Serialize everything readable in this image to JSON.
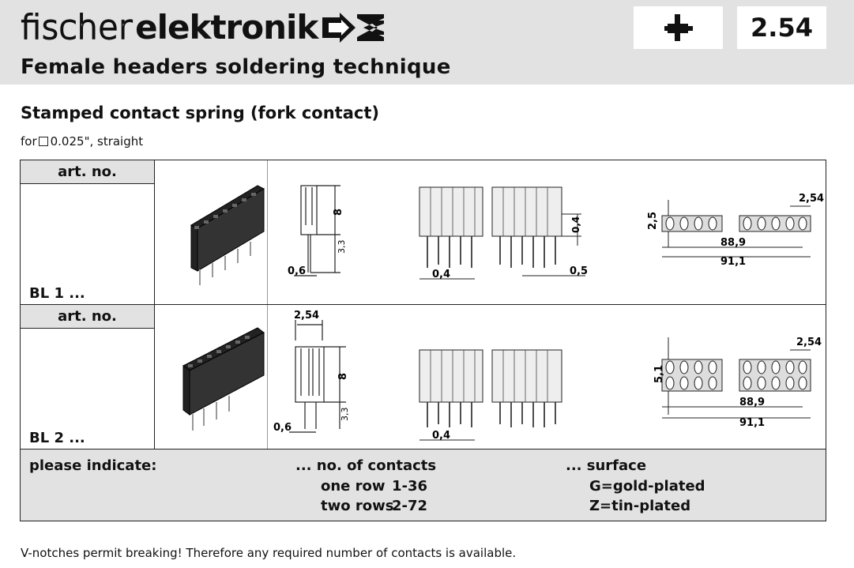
{
  "header": {
    "brand_light": "fischer",
    "brand_bold": "elektronik",
    "pitch": "2.54",
    "mount_icon": "through-hole-mount-icon",
    "title": "Female headers soldering technique"
  },
  "section": {
    "title": "Stamped contact spring (fork contact)",
    "note_prefix": "for",
    "note_suffix": "0.025\", straight"
  },
  "rows": [
    {
      "header_label": "art. no.",
      "article_code": "BL 1 ...",
      "dims": {
        "height": "8",
        "pin": "3,3",
        "width": "0,6",
        "pin_w": "0,4",
        "thick": "0,4",
        "offset": "0,5",
        "row_h": "2,5",
        "pitch": "2,54",
        "span": "88,9",
        "total": "91,1"
      }
    },
    {
      "header_label": "art. no.",
      "article_code": "BL 2 ...",
      "dims": {
        "pitch_top": "2,54",
        "height": "8",
        "pin": "3,3",
        "width": "0,6",
        "pin_w": "0,4",
        "row_h": "5,1",
        "pitch": "2,54",
        "span": "88,9",
        "total": "91,1"
      }
    }
  ],
  "footer": {
    "indicate": "please indicate:",
    "contacts_head": "... no. of contacts",
    "one_row_label": "one row",
    "one_row_range": "1-36",
    "two_rows_label": "two rows",
    "two_rows_range": "2-72",
    "surface_head": "... surface",
    "gold": "G=gold-plated",
    "tin": "Z=tin-plated"
  },
  "bottom_note": "V-notches permit breaking! Therefore any required number of contacts is available.",
  "colors": {
    "band": "#e2e2e2",
    "ink": "#111111"
  }
}
